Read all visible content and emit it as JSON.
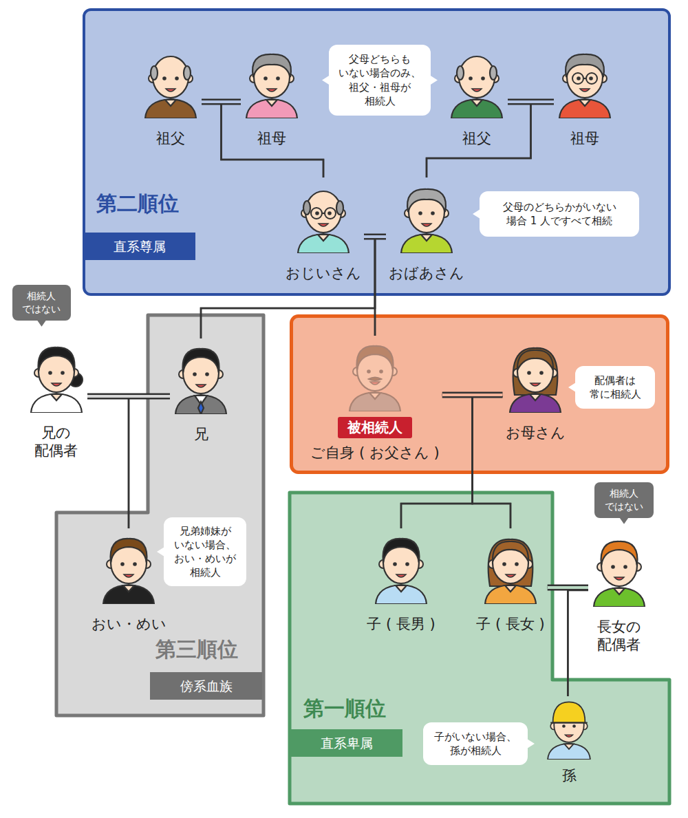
{
  "diagram": {
    "nodes": [
      {
        "text": [
          "第二順位",
          "直系尊属"
        ]
      },
      {
        "text": [
          "祖父"
        ],
        "in": 0
      },
      {
        "text": [
          "祖母"
        ],
        "in": 0
      },
      {
        "text": [
          "父母どちらも いない場合のみ、 祖父・祖母が 相続人"
        ],
        "in": 0
      },
      {
        "text": [
          "祖父"
        ],
        "in": 0
      },
      {
        "text": [
          "祖母"
        ],
        "in": 0
      },
      {
        "text": [
          "おじいさん"
        ],
        "in": 0
      },
      {
        "text": [
          "おばあさん"
        ],
        "in": 0
      },
      {
        "text": [
          "父母のどちらかがいない 場合 1 人ですべて相続"
        ],
        "in": 0
      },
      {
        "text": [
          "相続人 ではない"
        ]
      },
      {
        "text": [
          "兄の 配偶者"
        ]
      },
      {
        "text": [
          "第三順位",
          "傍系血族"
        ]
      },
      {
        "text": [
          "兄"
        ],
        "in": 11
      },
      {
        "text": []
      },
      {
        "text": [
          "被相続人",
          "ご自身 ( お父さん )"
        ],
        "in": 13
      },
      {
        "text": [
          "お母さん"
        ],
        "in": 13
      },
      {
        "text": [
          "配偶者は 常に相続人"
        ],
        "in": 13
      },
      {
        "text": [
          "おい・めい"
        ],
        "in": 11
      },
      {
        "text": [
          "兄弟姉妹が いない場合、 おい・めいが 相続人"
        ],
        "in": 11
      },
      {
        "text": [
          "第一順位",
          "直系卑属"
        ]
      },
      {
        "text": [
          "子 ( 長男 )"
        ],
        "in": 19
      },
      {
        "text": [
          "子 ( 長女 )"
        ],
        "in": 19
      },
      {
        "text": [
          "相続人 ではない"
        ]
      },
      {
        "text": [
          "長女の 配偶者"
        ]
      },
      {
        "text": [
          "孫"
        ],
        "in": 19
      },
      {
        "text": [
          "子がいない場合、 孫が相続人"
        ],
        "in": 19
      }
    ],
    "edges": [
      {
        "from": 1,
        "to": 2,
        "arrow": "none"
      },
      {
        "from": 4,
        "to": 5,
        "arrow": "none"
      },
      {
        "from": 6,
        "to": 7,
        "arrow": "none"
      },
      {
        "from": 1,
        "to": 6,
        "arrow": "none"
      },
      {
        "from": 2,
        "to": 6,
        "arrow": "none"
      },
      {
        "from": 4,
        "to": 7,
        "arrow": "none"
      },
      {
        "from": 5,
        "to": 7,
        "arrow": "none"
      },
      {
        "from": 10,
        "to": 12,
        "arrow": "none"
      },
      {
        "from": 6,
        "to": 12,
        "arrow": "none"
      },
      {
        "from": 7,
        "to": 12,
        "arrow": "none"
      },
      {
        "from": 6,
        "to": 14,
        "arrow": "none"
      },
      {
        "from": 7,
        "to": 14,
        "arrow": "none"
      },
      {
        "from": 14,
        "to": 15,
        "arrow": "none"
      },
      {
        "from": 14,
        "to": 20,
        "arrow": "none"
      },
      {
        "from": 14,
        "to": 21,
        "arrow": "none"
      },
      {
        "from": 15,
        "to": 20,
        "arrow": "none"
      },
      {
        "from": 15,
        "to": 21,
        "arrow": "none"
      },
      {
        "from": 10,
        "to": 17,
        "arrow": "none"
      },
      {
        "from": 12,
        "to": 17,
        "arrow": "none"
      },
      {
        "from": 21,
        "to": 23,
        "arrow": "none"
      },
      {
        "from": 21,
        "to": 24,
        "arrow": "none"
      },
      {
        "from": 23,
        "to": 24,
        "arrow": "none"
      }
    ]
  }
}
